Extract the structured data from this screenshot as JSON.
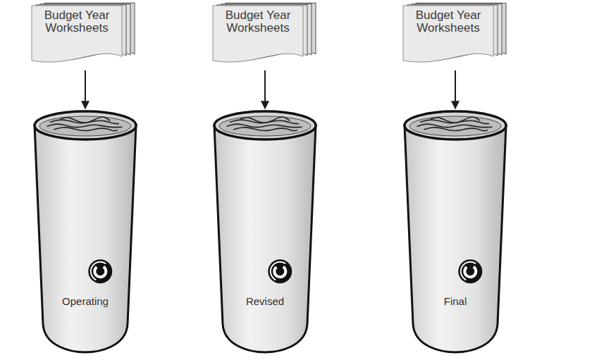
{
  "diagram": {
    "nodes": [
      {
        "text": [
          "Budget Year Worksheets"
        ]
      },
      {
        "text": [
          "Budget Year Worksheets"
        ]
      },
      {
        "text": [
          "Budget Year Worksheets"
        ]
      },
      {
        "text": [
          "Operating"
        ]
      },
      {
        "text": [
          "Revised"
        ]
      },
      {
        "text": [
          "Final"
        ]
      }
    ],
    "edges": [
      {
        "from": 0,
        "to": 3,
        "arrow": "to"
      },
      {
        "from": 1,
        "to": 4,
        "arrow": "to"
      },
      {
        "from": 2,
        "to": 5,
        "arrow": "to"
      }
    ]
  }
}
